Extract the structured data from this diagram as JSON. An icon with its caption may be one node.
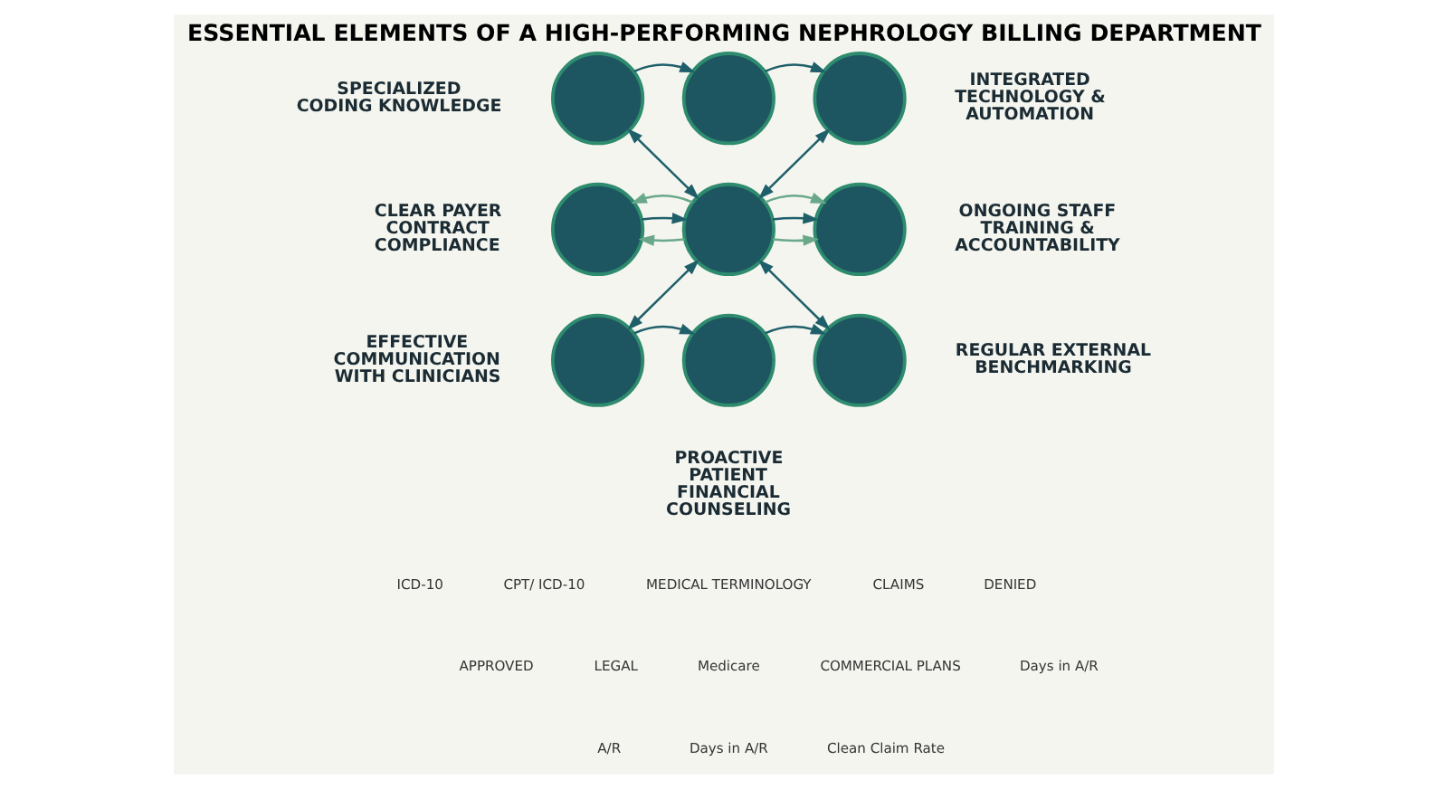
{
  "diagram": {
    "title": "ESSENTIAL ELEMENTS OF A HIGH-PERFORMING NEPHROLOGY BILLING DEPARTMENT",
    "nodes": [
      {
        "text": [],
        "shape": "circle",
        "beside": [
          "SPECIALIZED CODING KNOWLEDGE"
        ]
      },
      {
        "text": [],
        "shape": "circle"
      },
      {
        "text": [],
        "shape": "circle",
        "beside": [
          "INTEGRATED TECHNOLOGY & AUTOMATION"
        ]
      },
      {
        "text": [],
        "shape": "circle",
        "beside": [
          "CLEAR PAYER CONTRACT COMPLIANCE"
        ]
      },
      {
        "text": [],
        "shape": "circle"
      },
      {
        "text": [],
        "shape": "circle",
        "beside": [
          "ONGOING STAFF TRAINING & ACCOUNTABILITY"
        ]
      },
      {
        "text": [],
        "shape": "circle",
        "beside": [
          "EFFECTIVE COMMUNICATION WITH CLINICIANS"
        ]
      },
      {
        "text": [],
        "shape": "circle",
        "beside": [
          "PROACTIVE PATIENT FINANCIAL COUNSELING"
        ]
      },
      {
        "text": [],
        "shape": "circle",
        "beside": [
          "REGULAR EXTERNAL BENCHMARKING"
        ]
      }
    ],
    "edges": [
      {
        "from": 0,
        "to": 1,
        "arrow": "to"
      },
      {
        "from": 1,
        "to": 2,
        "arrow": "to"
      },
      {
        "from": 0,
        "to": 4,
        "arrow": "both"
      },
      {
        "from": 4,
        "to": 3,
        "arrow": "to",
        "color": "#6aa88a"
      },
      {
        "from": 4,
        "to": 2,
        "arrow": "both"
      },
      {
        "from": 4,
        "to": 5,
        "arrow": "to",
        "color": "#6aa88a"
      },
      {
        "from": 3,
        "to": 4,
        "arrow": "to"
      },
      {
        "from": 4,
        "to": 5,
        "arrow": "to"
      },
      {
        "from": 4,
        "to": 3,
        "arrow": "to",
        "color": "#6aa88a"
      },
      {
        "from": 6,
        "to": 4,
        "arrow": "both"
      },
      {
        "from": 4,
        "to": 8,
        "arrow": "both"
      },
      {
        "from": 4,
        "to": 5,
        "arrow": "to",
        "color": "#6aa88a"
      },
      {
        "from": 6,
        "to": 7,
        "arrow": "to"
      },
      {
        "from": 7,
        "to": 8,
        "arrow": "to"
      }
    ],
    "labels": [
      "ICD-10",
      "CPT/ ICD-10",
      "MEDICAL TERMINOLOGY",
      "CLAIMS",
      "DENIED",
      "APPROVED",
      "LEGAL",
      "Medicare",
      "COMMERCIAL PLANS",
      "Days in A/R",
      "A/R",
      "Days in A/R",
      "Clean Claim Rate"
    ]
  }
}
